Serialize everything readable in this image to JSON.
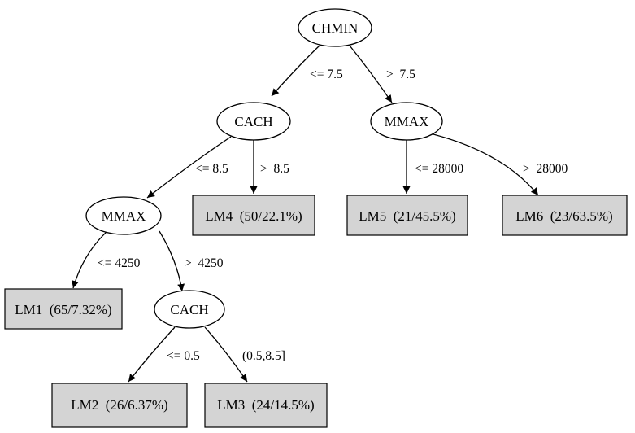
{
  "colors": {
    "leaf_fill": "#d4d4d4",
    "stroke": "#000000",
    "background": "#ffffff"
  },
  "tree": {
    "nodes": [
      {
        "id": "root",
        "label": "CHMIN",
        "kind": "split"
      },
      {
        "id": "cach1",
        "label": "CACH",
        "kind": "split"
      },
      {
        "id": "mmax1",
        "label": "MMAX",
        "kind": "split"
      },
      {
        "id": "mmax2",
        "label": "MMAX",
        "kind": "split"
      },
      {
        "id": "cach2",
        "label": "CACH",
        "kind": "split"
      },
      {
        "id": "lm1",
        "label": "LM1  (65/7.32%)",
        "kind": "leaf"
      },
      {
        "id": "lm2",
        "label": "LM2  (26/6.37%)",
        "kind": "leaf"
      },
      {
        "id": "lm3",
        "label": "LM3  (24/14.5%)",
        "kind": "leaf"
      },
      {
        "id": "lm4",
        "label": "LM4  (50/22.1%)",
        "kind": "leaf"
      },
      {
        "id": "lm5",
        "label": "LM5  (21/45.5%)",
        "kind": "leaf"
      },
      {
        "id": "lm6",
        "label": "LM6  (23/63.5%)",
        "kind": "leaf"
      }
    ],
    "edges": [
      {
        "from": "root",
        "to": "cach1",
        "label": "<= 7.5"
      },
      {
        "from": "root",
        "to": "mmax2",
        "label": ">  7.5"
      },
      {
        "from": "cach1",
        "to": "mmax1",
        "label": "<= 8.5"
      },
      {
        "from": "cach1",
        "to": "lm4",
        "label": ">  8.5"
      },
      {
        "from": "mmax2",
        "to": "lm5",
        "label": "<= 28000"
      },
      {
        "from": "mmax2",
        "to": "lm6",
        "label": ">  28000"
      },
      {
        "from": "mmax1",
        "to": "lm1",
        "label": "<= 4250"
      },
      {
        "from": "mmax1",
        "to": "cach2",
        "label": ">  4250"
      },
      {
        "from": "cach2",
        "to": "lm2",
        "label": "<= 0.5"
      },
      {
        "from": "cach2",
        "to": "lm3",
        "label": "(0.5,8.5]"
      }
    ]
  }
}
